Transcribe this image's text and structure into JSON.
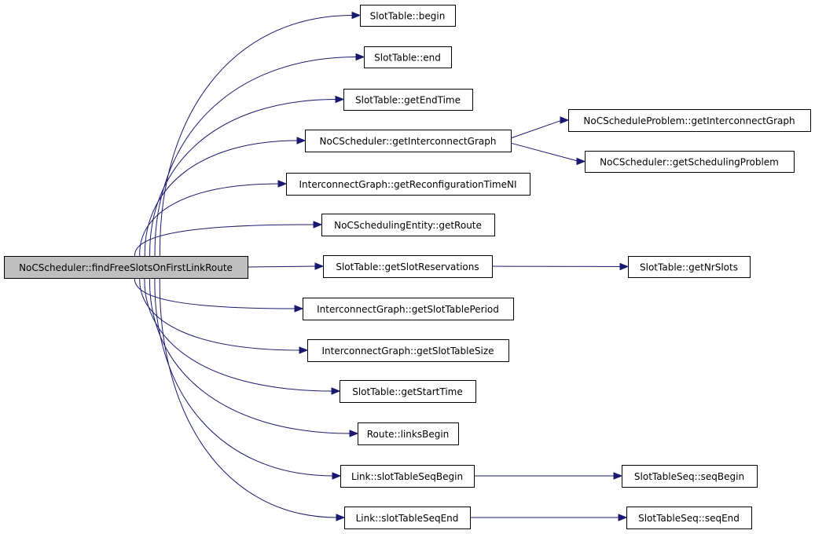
{
  "graph": {
    "nodes": [
      {
        "id": "root",
        "label": "NoCScheduler::findFreeSlotsOnFirstLinkRoute",
        "root": true
      },
      {
        "id": "n1",
        "label": "SlotTable::begin"
      },
      {
        "id": "n2",
        "label": "SlotTable::end"
      },
      {
        "id": "n3",
        "label": "SlotTable::getEndTime"
      },
      {
        "id": "n4",
        "label": "NoCScheduler::getInterconnectGraph"
      },
      {
        "id": "n5",
        "label": "NoCScheduleProblem::getInterconnectGraph"
      },
      {
        "id": "n6",
        "label": "NoCScheduler::getSchedulingProblem"
      },
      {
        "id": "n7",
        "label": "InterconnectGraph::getReconfigurationTimeNI"
      },
      {
        "id": "n8",
        "label": "NoCSchedulingEntity::getRoute"
      },
      {
        "id": "n9",
        "label": "SlotTable::getSlotReservations"
      },
      {
        "id": "n10",
        "label": "SlotTable::getNrSlots"
      },
      {
        "id": "n11",
        "label": "InterconnectGraph::getSlotTablePeriod"
      },
      {
        "id": "n12",
        "label": "InterconnectGraph::getSlotTableSize"
      },
      {
        "id": "n13",
        "label": "SlotTable::getStartTime"
      },
      {
        "id": "n14",
        "label": "Route::linksBegin"
      },
      {
        "id": "n15",
        "label": "Link::slotTableSeqBegin"
      },
      {
        "id": "n16",
        "label": "SlotTableSeq::seqBegin"
      },
      {
        "id": "n17",
        "label": "Link::slotTableSeqEnd"
      },
      {
        "id": "n18",
        "label": "SlotTableSeq::seqEnd"
      }
    ],
    "edges": [
      {
        "from": "root",
        "to": "n1"
      },
      {
        "from": "root",
        "to": "n2"
      },
      {
        "from": "root",
        "to": "n3"
      },
      {
        "from": "root",
        "to": "n4"
      },
      {
        "from": "n4",
        "to": "n5"
      },
      {
        "from": "n4",
        "to": "n6"
      },
      {
        "from": "root",
        "to": "n7"
      },
      {
        "from": "root",
        "to": "n8"
      },
      {
        "from": "root",
        "to": "n9"
      },
      {
        "from": "n9",
        "to": "n10"
      },
      {
        "from": "root",
        "to": "n11"
      },
      {
        "from": "root",
        "to": "n12"
      },
      {
        "from": "root",
        "to": "n13"
      },
      {
        "from": "root",
        "to": "n14"
      },
      {
        "from": "root",
        "to": "n15"
      },
      {
        "from": "n15",
        "to": "n16"
      },
      {
        "from": "root",
        "to": "n17"
      },
      {
        "from": "n17",
        "to": "n18"
      }
    ],
    "colors": {
      "edge": "#191970",
      "root_fill": "#bfbfbf",
      "node_fill": "#ffffff",
      "border": "#000000"
    }
  }
}
